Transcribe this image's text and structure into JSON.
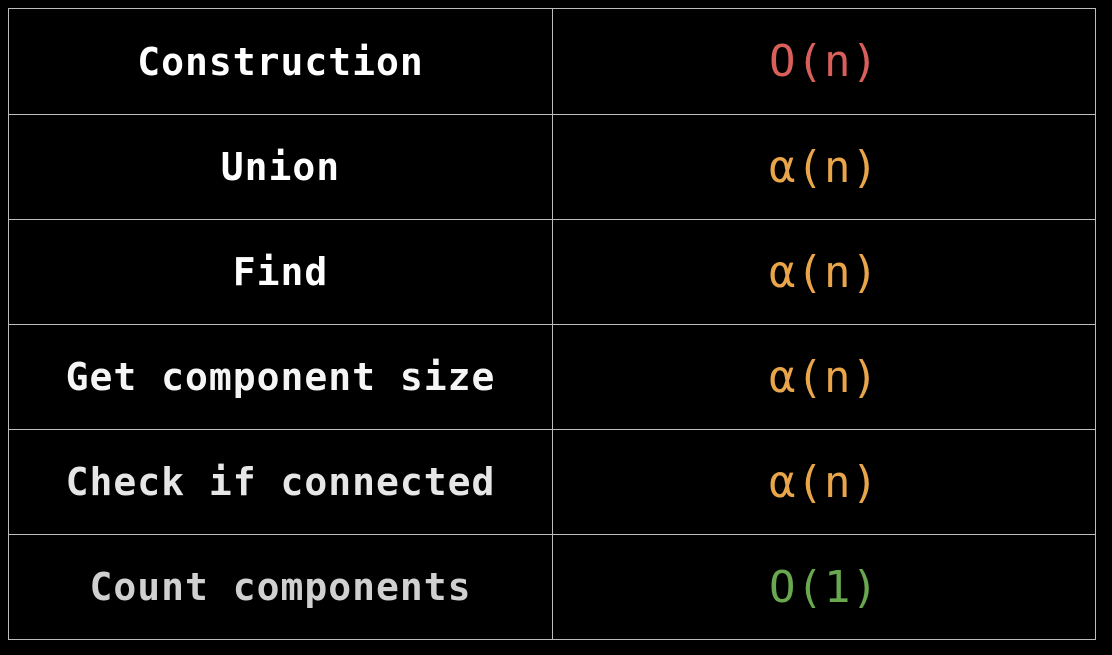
{
  "table": {
    "rows": [
      {
        "operation": "Construction",
        "complexity": "O(n)",
        "op_color": "#ffffff",
        "cx_color": "#d9605a"
      },
      {
        "operation": "Union",
        "complexity": "α(n)",
        "op_color": "#ffffff",
        "cx_color": "#e9a54a"
      },
      {
        "operation": "Find",
        "complexity": "α(n)",
        "op_color": "#ffffff",
        "cx_color": "#e9a54a"
      },
      {
        "operation": "Get component size",
        "complexity": "α(n)",
        "op_color": "#f5f5f5",
        "cx_color": "#e9a54a"
      },
      {
        "operation": "Check if connected",
        "complexity": "α(n)",
        "op_color": "#e6e6e6",
        "cx_color": "#e9a54a"
      },
      {
        "operation": "Count components",
        "complexity": "O(1)",
        "op_color": "#d0d0d0",
        "cx_color": "#6aa84f"
      }
    ]
  }
}
